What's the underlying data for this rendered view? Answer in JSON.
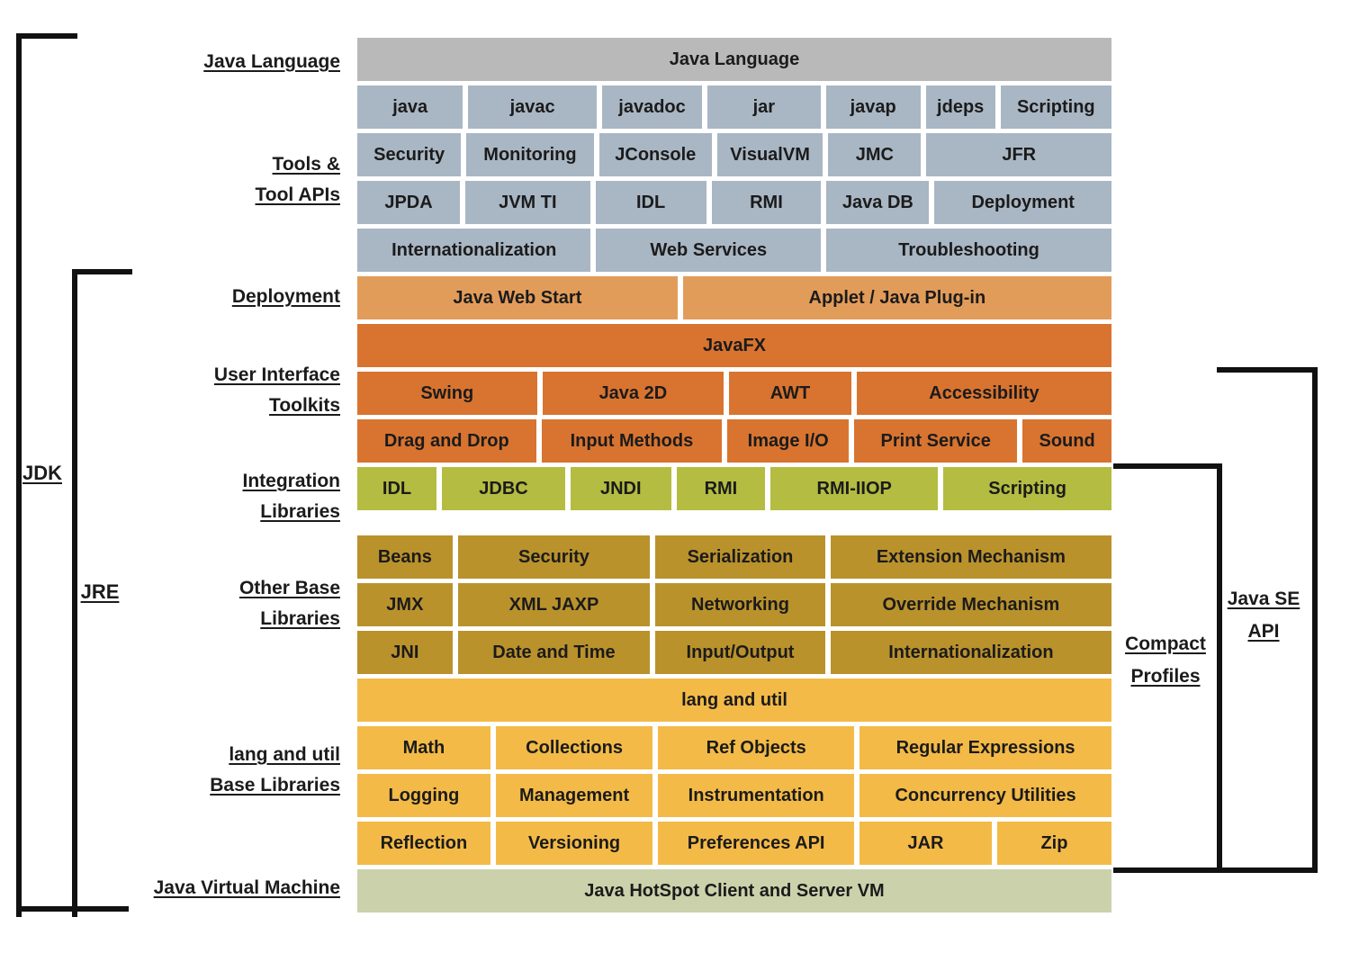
{
  "sections": {
    "java_language": "Java Language",
    "tools_line1": "Tools &",
    "tools_line2": "Tool APIs",
    "deployment": "Deployment",
    "ui_line1": "User Interface",
    "ui_line2": "Toolkits",
    "integration_line1": "Integration",
    "integration_line2": "Libraries",
    "other_base_line1": "Other Base",
    "other_base_line2": "Libraries",
    "langutil_line1": "lang and util",
    "langutil_line2": "Base Libraries",
    "jvm": "Java Virtual Machine"
  },
  "brackets": {
    "jdk": "JDK",
    "jre": "JRE",
    "compact_line1": "Compact",
    "compact_line2": "Profiles",
    "javase_line1": "Java SE",
    "javase_line2": "API"
  },
  "grid": {
    "java_language_header": "Java Language",
    "tools1": [
      "java",
      "javac",
      "javadoc",
      "jar",
      "javap",
      "jdeps",
      "Scripting"
    ],
    "tools2": [
      "Security",
      "Monitoring",
      "JConsole",
      "VisualVM",
      "JMC",
      "JFR"
    ],
    "tools3": [
      "JPDA",
      "JVM TI",
      "IDL",
      "RMI",
      "Java DB",
      "Deployment"
    ],
    "tools4": [
      "Internationalization",
      "Web Services",
      "Troubleshooting"
    ],
    "deployment": [
      "Java Web Start",
      "Applet / Java Plug-in"
    ],
    "javafx": "JavaFX",
    "ui1": [
      "Swing",
      "Java 2D",
      "AWT",
      "Accessibility"
    ],
    "ui2": [
      "Drag and Drop",
      "Input Methods",
      "Image I/O",
      "Print Service",
      "Sound"
    ],
    "integration": [
      "IDL",
      "JDBC",
      "JNDI",
      "RMI",
      "RMI-IIOP",
      "Scripting"
    ],
    "base1": [
      "Beans",
      "Security",
      "Serialization",
      "Extension Mechanism"
    ],
    "base2": [
      "JMX",
      "XML JAXP",
      "Networking",
      "Override Mechanism"
    ],
    "base3": [
      "JNI",
      "Date and Time",
      "Input/Output",
      "Internationalization"
    ],
    "langutil_header": "lang and util",
    "lu1": [
      "Math",
      "Collections",
      "Ref Objects",
      "Regular Expressions"
    ],
    "lu2": [
      "Logging",
      "Management",
      "Instrumentation",
      "Concurrency Utilities"
    ],
    "lu3": [
      "Reflection",
      "Versioning",
      "Preferences API",
      "JAR",
      "Zip"
    ],
    "jvm_row": "Java HotSpot Client and Server VM"
  },
  "colors": {
    "gray": "#b9b9b9",
    "bluegray": "#a9b6c4",
    "lightorange": "#e29c5a",
    "darkorange": "#d87430",
    "olive": "#b4bc41",
    "darkgold": "#ba922c",
    "gold": "#f3ba47",
    "palegreen": "#cbd2ab",
    "line": "#111111"
  }
}
